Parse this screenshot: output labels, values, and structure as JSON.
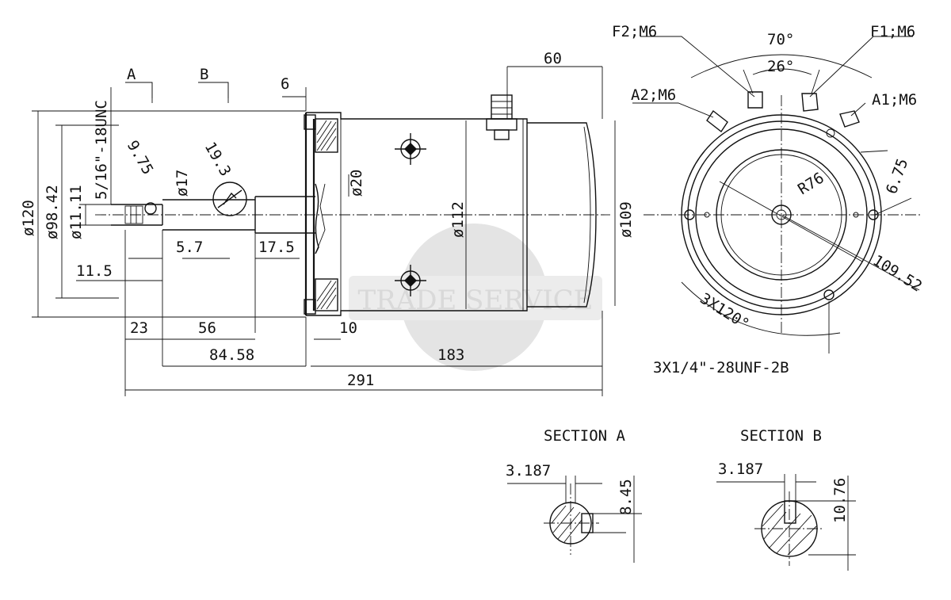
{
  "watermark": {
    "text": "TRADE SERVICE",
    "color": "#d0d0d0"
  },
  "side_view": {
    "section_markers": {
      "a": "A",
      "b": "B"
    },
    "dims": {
      "overall_diameter": "ø120",
      "flange_diameter": "ø98.42",
      "shaft_diameter": "ø11.11",
      "thread": "5/16\"-18UNC",
      "hole_diameter": "9.75",
      "shaft_17": "ø17",
      "circle_19": "19.3",
      "bore_20": "ø20",
      "body_112": "ø112",
      "body_109": "ø109",
      "length_60": "60",
      "length_6": "6",
      "length_5_7": "5.7",
      "length_17_5": "17.5",
      "length_11_5": "11.5",
      "length_23": "23",
      "length_56": "56",
      "length_10": "10",
      "length_84_58": "84.58",
      "length_183": "183",
      "length_291": "291"
    }
  },
  "end_view": {
    "terminals": {
      "f2": "F2;M6",
      "f1": "F1;M6",
      "a2": "A2;M6",
      "a1": "A1;M6"
    },
    "dims": {
      "angle_70": "70°",
      "angle_26": "26°",
      "radius": "R76",
      "hole_675": "6.75",
      "dia_10952": "109.52",
      "pattern": "3X120°",
      "tapped": "3X1/4\"-28UNF-2B"
    }
  },
  "section_a": {
    "title": "SECTION A",
    "dim_width": "3.187",
    "dim_height": "8.45"
  },
  "section_b": {
    "title": "SECTION B",
    "dim_width": "3.187",
    "dim_height": "10.76"
  }
}
